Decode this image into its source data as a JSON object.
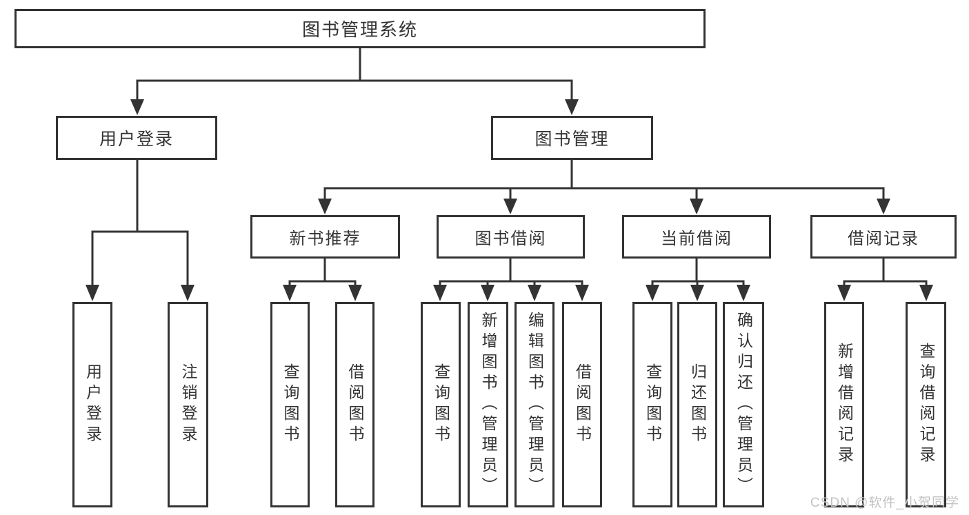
{
  "diagram_title": "图书管理系统",
  "colors": {
    "line": "#333333",
    "box_border": "#333333",
    "box_fill": "#ffffff",
    "text": "#333333",
    "watermark": "#c2c2c2"
  },
  "tree": {
    "root": "图书管理系统",
    "branches": [
      {
        "label": "用户登录",
        "leaves": [
          "用户登录",
          "注销登录"
        ]
      },
      {
        "label": "图书管理",
        "groups": [
          {
            "label": "新书推荐",
            "leaves": [
              "查询图书",
              "借阅图书"
            ]
          },
          {
            "label": "图书借阅",
            "leaves": [
              "查询图书",
              "新增图书（管理员）",
              "编辑图书（管理员）",
              "借阅图书"
            ]
          },
          {
            "label": "当前借阅",
            "leaves": [
              "查询图书",
              "归还图书",
              "确认归还（管理员）"
            ]
          },
          {
            "label": "借阅记录",
            "leaves": [
              "新增借阅记录",
              "查询借阅记录"
            ]
          }
        ]
      }
    ]
  },
  "watermark": "CSDN @软件_小贺同学"
}
